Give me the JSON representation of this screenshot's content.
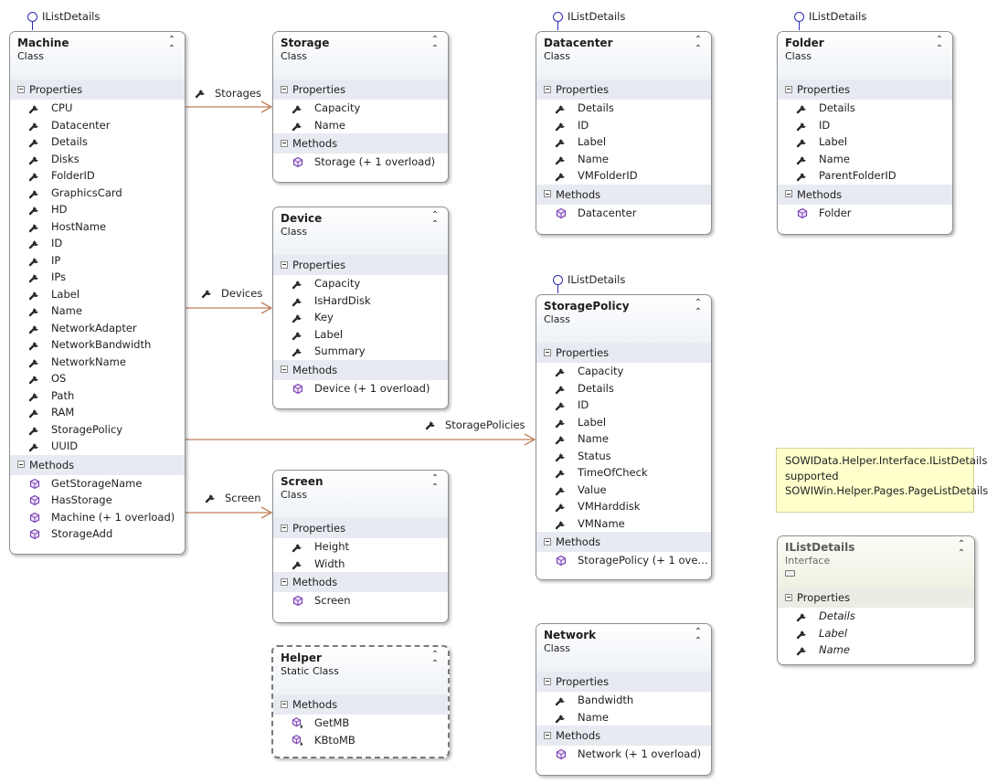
{
  "interface_name": "IListDetails",
  "classes": {
    "machine": {
      "name": "Machine",
      "kind": "Class",
      "properties_label": "Properties",
      "properties": [
        "CPU",
        "Datacenter",
        "Details",
        "Disks",
        "FolderID",
        "GraphicsCard",
        "HD",
        "HostName",
        "ID",
        "IP",
        "IPs",
        "Label",
        "Name",
        "NetworkAdapter",
        "NetworkBandwidth",
        "NetworkName",
        "OS",
        "Path",
        "RAM",
        "StoragePolicy",
        "UUID"
      ],
      "methods_label": "Methods",
      "methods": [
        "GetStorageName",
        "HasStorage",
        "Machine (+ 1 overload)",
        "StorageAdd"
      ]
    },
    "storage": {
      "name": "Storage",
      "kind": "Class",
      "properties_label": "Properties",
      "properties": [
        "Capacity",
        "Name"
      ],
      "methods_label": "Methods",
      "methods": [
        "Storage (+ 1 overload)"
      ]
    },
    "device": {
      "name": "Device",
      "kind": "Class",
      "properties_label": "Properties",
      "properties": [
        "Capacity",
        "IsHardDisk",
        "Key",
        "Label",
        "Summary"
      ],
      "methods_label": "Methods",
      "methods": [
        "Device (+ 1 overload)"
      ]
    },
    "screen": {
      "name": "Screen",
      "kind": "Class",
      "properties_label": "Properties",
      "properties": [
        "Height",
        "Width"
      ],
      "methods_label": "Methods",
      "methods": [
        "Screen"
      ]
    },
    "helper": {
      "name": "Helper",
      "kind": "Static Class",
      "methods_label": "Methods",
      "methods": [
        "GetMB",
        "KBtoMB"
      ]
    },
    "datacenter": {
      "name": "Datacenter",
      "kind": "Class",
      "properties_label": "Properties",
      "properties": [
        "Details",
        "ID",
        "Label",
        "Name",
        "VMFolderID"
      ],
      "methods_label": "Methods",
      "methods": [
        "Datacenter"
      ]
    },
    "storagepolicy": {
      "name": "StoragePolicy",
      "kind": "Class",
      "properties_label": "Properties",
      "properties": [
        "Capacity",
        "Details",
        "ID",
        "Label",
        "Name",
        "Status",
        "TimeOfCheck",
        "Value",
        "VMHarddisk",
        "VMName"
      ],
      "methods_label": "Methods",
      "methods": [
        "StoragePolicy (+ 1 overl…"
      ]
    },
    "network": {
      "name": "Network",
      "kind": "Class",
      "properties_label": "Properties",
      "properties": [
        "Bandwidth",
        "Name"
      ],
      "methods_label": "Methods",
      "methods": [
        "Network (+ 1 overload)"
      ]
    },
    "folder": {
      "name": "Folder",
      "kind": "Class",
      "properties_label": "Properties",
      "properties": [
        "Details",
        "ID",
        "Label",
        "Name",
        "ParentFolderID"
      ],
      "methods_label": "Methods",
      "methods": [
        "Folder"
      ]
    },
    "ilistdetails": {
      "name": "IListDetails",
      "kind": "Interface",
      "properties_label": "Properties",
      "properties": [
        "Details",
        "Label",
        "Name"
      ]
    }
  },
  "associations": {
    "storages": "Storages",
    "devices": "Devices",
    "storage_policies": "StoragePolicies",
    "screen": "Screen"
  },
  "note": {
    "lines": [
      "SOWIData.Helper.Interface.IListDetails",
      "supported",
      "SOWIWin.Helper.Pages.PageListDetails"
    ]
  },
  "colors": {
    "association_line": "#c0805c",
    "lollipop": "#2b2bb8",
    "method_icon": "#7a3fb5",
    "property_icon": "#2a2a2a",
    "note_background": "#ffffcc",
    "compartment_header": "#e8eaf1"
  },
  "icons": {
    "property": "wrench-icon",
    "method": "cube-method-icon",
    "static_method": "static-method-icon",
    "collapse": "double-chevron-up-icon",
    "interface_lollipop": "lollipop-icon"
  }
}
